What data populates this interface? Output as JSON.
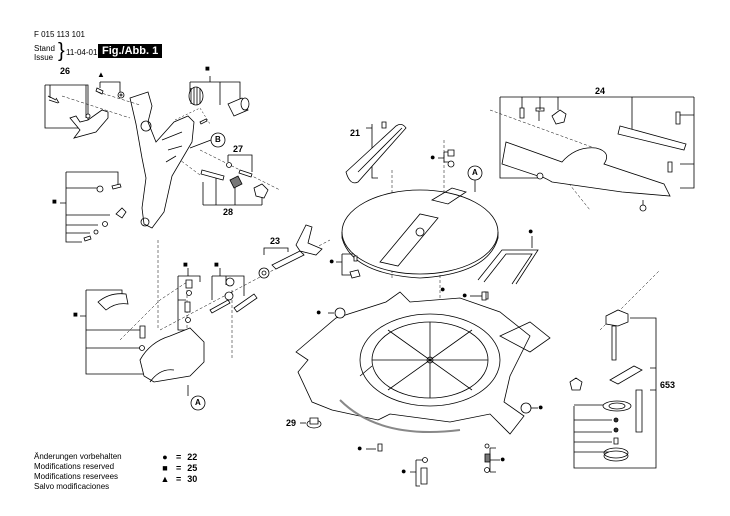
{
  "header": {
    "document_number": "F 015 113 101",
    "stand_label_1": "Stand",
    "stand_label_2": "Issue",
    "issue_date": "11-04-01",
    "figure_label": "Fig./Abb. 1"
  },
  "notes": [
    "Änderungen vorbehalten",
    "Modifications reserved",
    "Modifications reservees",
    "Salvo modificaciones"
  ],
  "legend": [
    {
      "symbol": "circle",
      "glyph": "●",
      "equals": "=",
      "value": "22"
    },
    {
      "symbol": "square",
      "glyph": "■",
      "equals": "=",
      "value": "25"
    },
    {
      "symbol": "triangle",
      "glyph": "▲",
      "equals": "=",
      "value": "30"
    }
  ],
  "callouts": {
    "c26": "26",
    "c27": "27",
    "c28": "28",
    "c21": "21",
    "c23": "23",
    "c24": "24",
    "c29": "29",
    "c653": "653",
    "ref_a1": "A",
    "ref_a2": "A",
    "ref_b": "B"
  },
  "group_markers": {
    "triangle": "▲",
    "square": "■",
    "circle": "●"
  }
}
